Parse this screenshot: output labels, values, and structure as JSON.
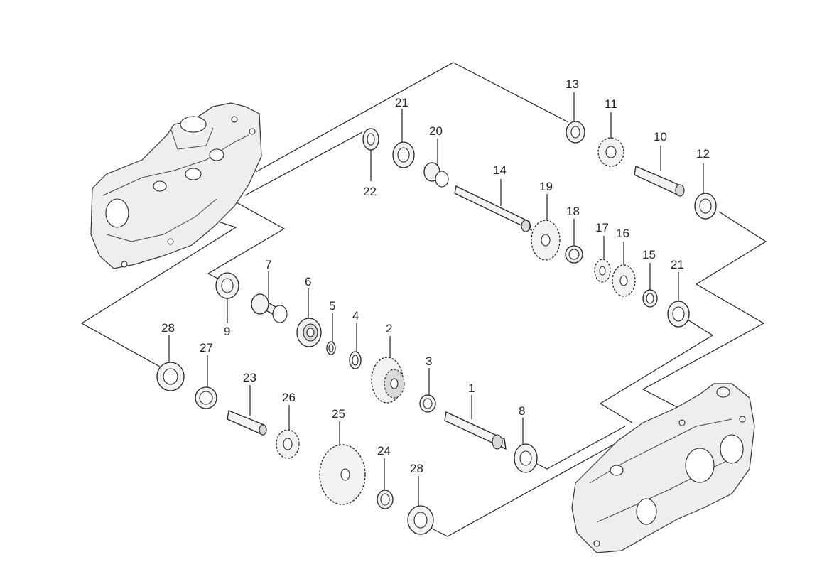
{
  "diagram": {
    "callouts": [
      {
        "id": "c1",
        "text": "1"
      },
      {
        "id": "c2",
        "text": "2"
      },
      {
        "id": "c3",
        "text": "3"
      },
      {
        "id": "c4",
        "text": "4"
      },
      {
        "id": "c5",
        "text": "5"
      },
      {
        "id": "c6",
        "text": "6"
      },
      {
        "id": "c7",
        "text": "7"
      },
      {
        "id": "c8",
        "text": "8"
      },
      {
        "id": "c9",
        "text": "9"
      },
      {
        "id": "c10",
        "text": "10"
      },
      {
        "id": "c11",
        "text": "11"
      },
      {
        "id": "c12",
        "text": "12"
      },
      {
        "id": "c13",
        "text": "13"
      },
      {
        "id": "c14",
        "text": "14"
      },
      {
        "id": "c15",
        "text": "15"
      },
      {
        "id": "c16",
        "text": "16"
      },
      {
        "id": "c17",
        "text": "17"
      },
      {
        "id": "c18",
        "text": "18"
      },
      {
        "id": "c19",
        "text": "19"
      },
      {
        "id": "c20",
        "text": "20"
      },
      {
        "id": "c21a",
        "text": "21"
      },
      {
        "id": "c21b",
        "text": "21"
      },
      {
        "id": "c22",
        "text": "22"
      },
      {
        "id": "c23",
        "text": "23"
      },
      {
        "id": "c24",
        "text": "24"
      },
      {
        "id": "c25",
        "text": "25"
      },
      {
        "id": "c26",
        "text": "26"
      },
      {
        "id": "c27",
        "text": "27"
      },
      {
        "id": "c28a",
        "text": "28"
      },
      {
        "id": "c28b",
        "text": "28"
      }
    ]
  }
}
